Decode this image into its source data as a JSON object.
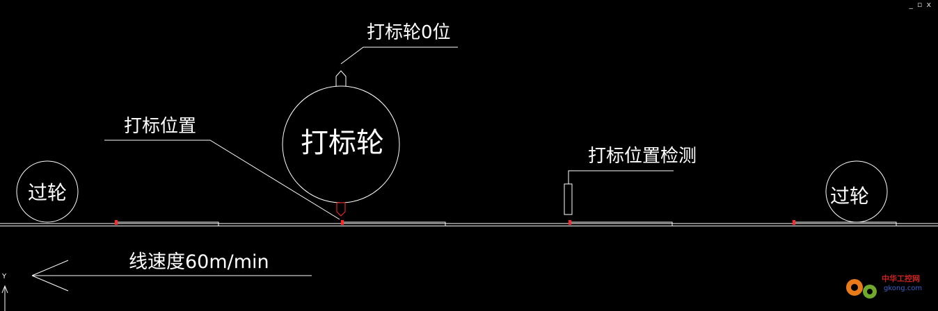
{
  "labels": {
    "marking_wheel_zero": "打标轮0位",
    "marking_position": "打标位置",
    "marking_wheel": "打标轮",
    "marking_position_detect": "打标位置检测",
    "idler_left": "过轮",
    "idler_right": "过轮",
    "line_speed": "线速度60m/min"
  },
  "axis": {
    "y_label": "Y"
  },
  "window": {
    "controls": [
      "_",
      "▫",
      "x"
    ]
  },
  "watermark": {
    "text": "中华工控网",
    "url": "gkong.com"
  },
  "colors": {
    "background": "#000000",
    "line": "#ffffff",
    "marker": "#ff2a2a"
  }
}
